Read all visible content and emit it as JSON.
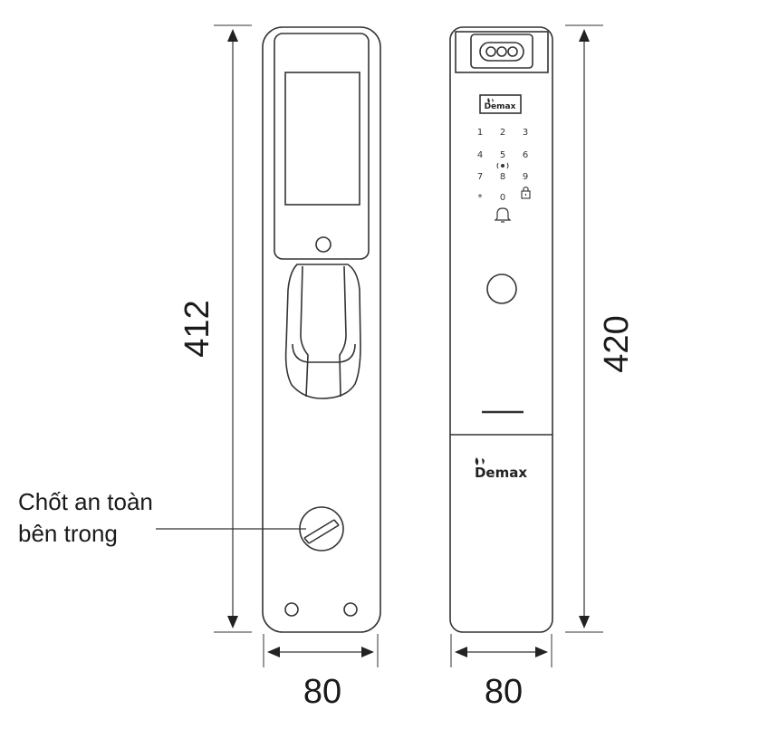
{
  "dimensions": {
    "left_height": "412",
    "right_height": "420",
    "left_width": "80",
    "right_width": "80"
  },
  "callout": {
    "line1": "Chốt an toàn",
    "line2": "bên trong"
  },
  "brand": {
    "small": "Demax",
    "large": "Demax"
  },
  "keypad": {
    "row1": [
      "1",
      "2",
      "3"
    ],
    "row2": [
      "4",
      "5",
      "6"
    ],
    "row3": [
      "7",
      "8",
      "9"
    ],
    "row4": [
      "*",
      "0"
    ]
  },
  "icons": {
    "nfc": "nfc-icon",
    "lock": "lock-icon",
    "bell": "bell-icon",
    "logo": "demax-leaf-logo"
  }
}
